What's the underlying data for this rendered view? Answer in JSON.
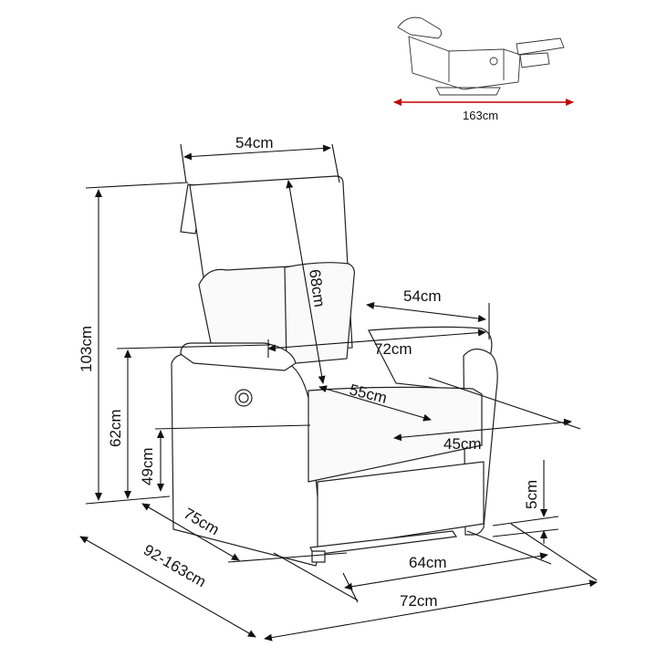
{
  "labels": {
    "width_top": "54cm",
    "back_height": "68cm",
    "arm_depth": "54cm",
    "seat_width": "72cm",
    "seat_depth_a": "55cm",
    "seat_depth_b": "45cm",
    "total_height": "103cm",
    "arm_height": "62cm",
    "seat_height": "49cm",
    "depth": "75cm",
    "depth_range": "92-163cm",
    "base_width": "64cm",
    "overall_width": "72cm",
    "foot_height": "5cm",
    "reclined_length": "163cm"
  },
  "colors": {
    "line": "#111111",
    "accent": "#c00000"
  }
}
